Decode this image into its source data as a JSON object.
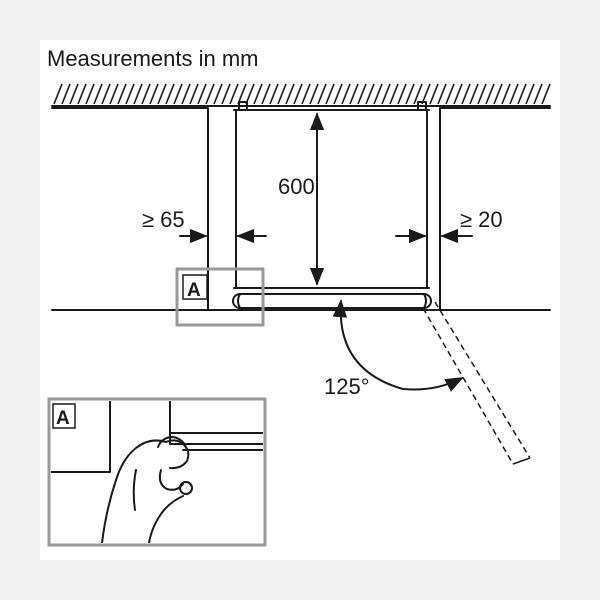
{
  "title": "Measurements in mm",
  "dimensions": {
    "height_label": "600",
    "left_gap_label": "≥ 65",
    "right_gap_label": "≥ 20",
    "door_angle_label": "125°"
  },
  "callout": {
    "marker_label": "A",
    "detail_label": "A"
  },
  "colors": {
    "line": "#1a1a1a",
    "callout_frame": "#999999",
    "background": "#f2f2f2",
    "panel": "#ffffff"
  }
}
